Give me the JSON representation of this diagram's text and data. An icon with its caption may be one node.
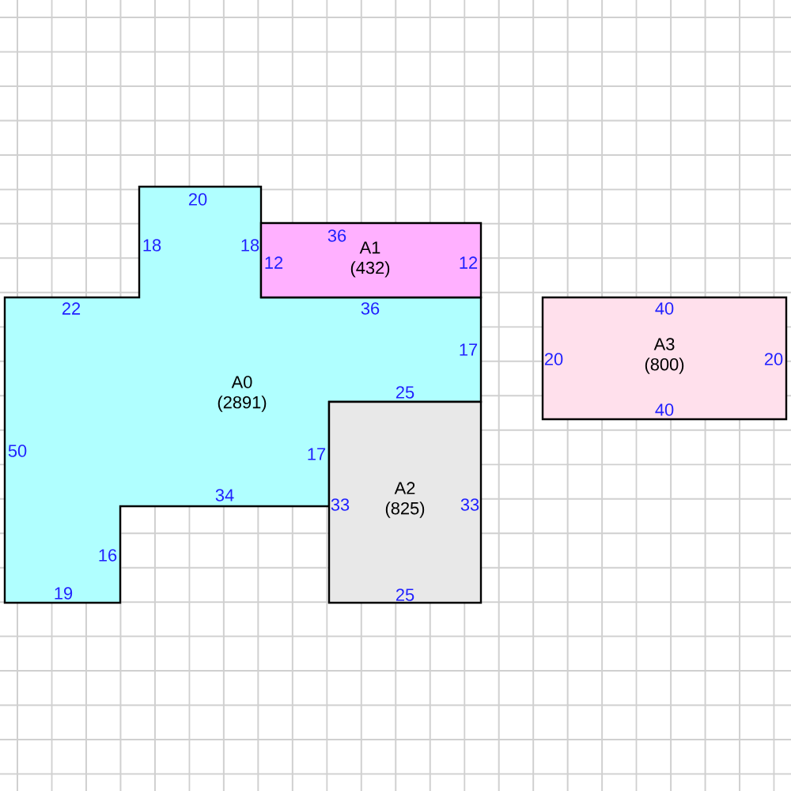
{
  "diagram": {
    "nodes": [
      {
        "text": [
          "A0",
          "(2891)",
          "20",
          "18",
          "18",
          "22",
          "36",
          "17",
          "25",
          "50",
          "17",
          "34",
          "16",
          "19"
        ]
      },
      {
        "text": [
          "A1",
          "(432)",
          "36",
          "12",
          "12"
        ]
      },
      {
        "text": [
          "A2",
          "(825)",
          "33",
          "33",
          "25"
        ]
      },
      {
        "text": [
          "A3",
          "(800)",
          "40",
          "20",
          "20",
          "40"
        ]
      }
    ]
  }
}
